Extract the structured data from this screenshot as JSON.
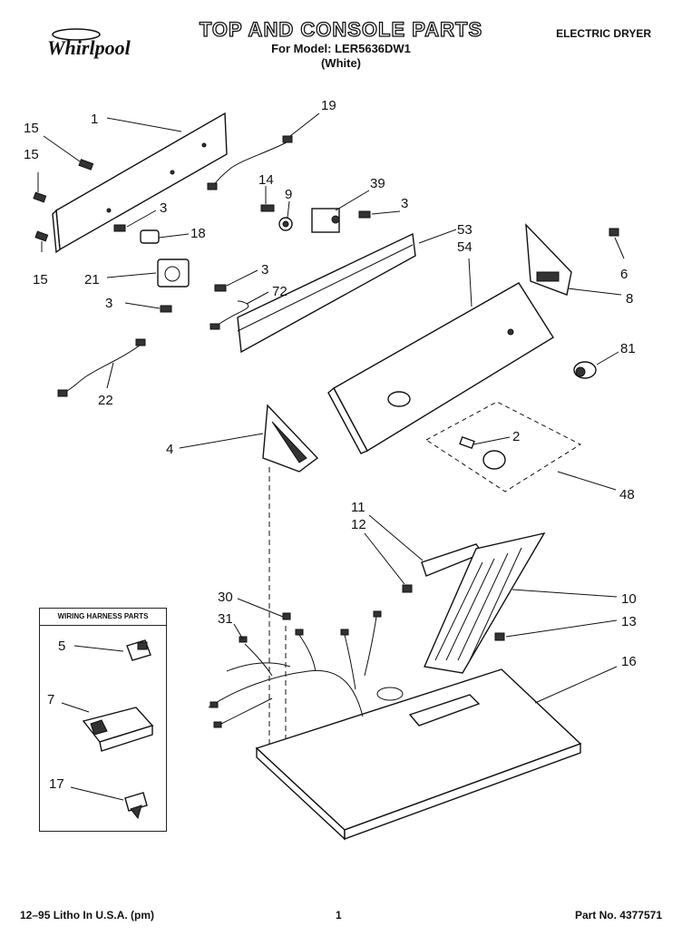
{
  "header": {
    "brand": "Whirlpool",
    "title": "TOP AND CONSOLE PARTS",
    "subtitle": "For Model: LER5636DW1",
    "subtitle2": "(White)",
    "product": "ELECTRIC DRYER"
  },
  "inset": {
    "title": "WIRING HARNESS PARTS"
  },
  "callouts": [
    {
      "id": "c1",
      "text": "1"
    },
    {
      "id": "c15a",
      "text": "15"
    },
    {
      "id": "c15b",
      "text": "15"
    },
    {
      "id": "c15c",
      "text": "15"
    },
    {
      "id": "c19",
      "text": "19"
    },
    {
      "id": "c3a",
      "text": "3"
    },
    {
      "id": "c18",
      "text": "18"
    },
    {
      "id": "c21",
      "text": "21"
    },
    {
      "id": "c3b",
      "text": "3"
    },
    {
      "id": "c3c",
      "text": "3"
    },
    {
      "id": "c72",
      "text": "72"
    },
    {
      "id": "c22",
      "text": "22"
    },
    {
      "id": "c14",
      "text": "14"
    },
    {
      "id": "c9",
      "text": "9"
    },
    {
      "id": "c39",
      "text": "39"
    },
    {
      "id": "c3d",
      "text": "3"
    },
    {
      "id": "c53",
      "text": "53"
    },
    {
      "id": "c54",
      "text": "54"
    },
    {
      "id": "c6",
      "text": "6"
    },
    {
      "id": "c8",
      "text": "8"
    },
    {
      "id": "c81",
      "text": "81"
    },
    {
      "id": "c2",
      "text": "2"
    },
    {
      "id": "c4",
      "text": "4"
    },
    {
      "id": "c48",
      "text": "48"
    },
    {
      "id": "c11",
      "text": "11"
    },
    {
      "id": "c12",
      "text": "12"
    },
    {
      "id": "c10",
      "text": "10"
    },
    {
      "id": "c30",
      "text": "30"
    },
    {
      "id": "c31",
      "text": "31"
    },
    {
      "id": "c13",
      "text": "13"
    },
    {
      "id": "c16",
      "text": "16"
    },
    {
      "id": "c5",
      "text": "5"
    },
    {
      "id": "c7",
      "text": "7"
    },
    {
      "id": "c17",
      "text": "17"
    }
  ],
  "footer": {
    "left": "12–95 Litho In U.S.A. (pm)",
    "page": "1",
    "part_no": "Part No. 4377571"
  }
}
